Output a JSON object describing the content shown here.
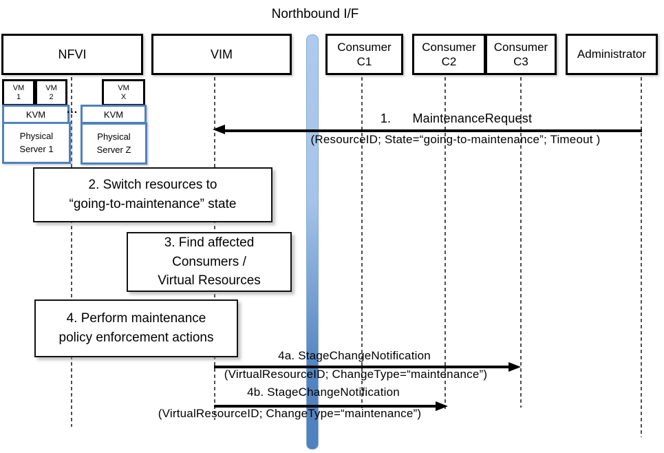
{
  "title": "Northbound I/F",
  "actors": {
    "nfvi": "NFVI",
    "vim": "VIM",
    "c1_line1": "Consumer",
    "c1_line2": "C1",
    "c2_line1": "Consumer",
    "c2_line2": "C2",
    "c3_line1": "Consumer",
    "c3_line2": "C3",
    "admin": "Administrator"
  },
  "nfvi_internals": {
    "vm1_line1": "VM",
    "vm1_line2": "1",
    "vm2_line1": "VM",
    "vm2_line2": "2",
    "vmx_line1": "VM",
    "vmx_line2": "X",
    "kvm_left": "KVM",
    "kvm_right": "KVM",
    "ellipsis": "...",
    "server1_line1": "Physical",
    "server1_line2": "Server 1",
    "serverz_line1": "Physical",
    "serverz_line2": "Server Z"
  },
  "steps": {
    "step2_line1": "2. Switch resources to",
    "step2_line2": "“going-to-maintenance” state",
    "step3_line1": "3. Find affected",
    "step3_line2": "Consumers /",
    "step3_line3": "Virtual Resources",
    "step4_line1": "4. Perform maintenance",
    "step4_line2": "policy enforcement actions"
  },
  "messages": {
    "m1_label": "1.      MaintenanceRequest",
    "m1_params": "(ResourceID; State=“going-to-maintenance”; Timeout )",
    "m4a_label": "4a. StageChangeNotification",
    "m4a_params": "(VirtualResourceID; ChangeType=“maintenance”)",
    "m4b_label": "4b. StageChangeNotification",
    "m4b_params": "(VirtualResourceID; ChangeType=“maintenance”)"
  },
  "colors": {
    "accent_blue": "#4F81BD",
    "bar_light_blue": "#AECAEC",
    "border_black": "#000000",
    "lifeline_gray": "#4D4D4D"
  }
}
